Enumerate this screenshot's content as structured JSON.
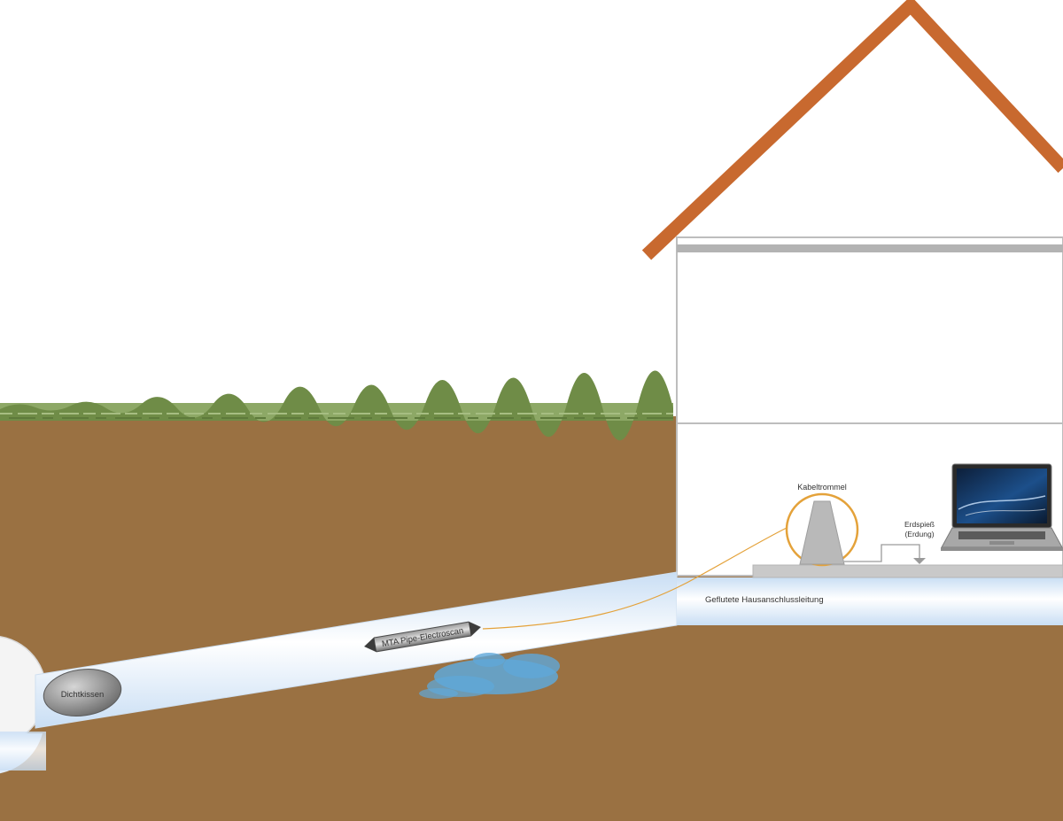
{
  "labels": {
    "cushion": "Dichtkissen",
    "probe": "MTA Pipe-Electroscan",
    "cable_drum": "Kabeltrommel",
    "ground_spike_line1": "Erdspieß",
    "ground_spike_line2": "(Erdung)",
    "house_pipe": "Geflutete Hausanschlussleitung"
  },
  "colors": {
    "sky": "#ffffff",
    "soil": "#9a7142",
    "grass": "#7f9a57",
    "roof": "#c8692f",
    "wall_line": "#b8b8b8",
    "pipe_water": "#dcecfb",
    "leak_water": "#5fa8d8",
    "cable": "#e4a23a",
    "drum_stand": "#b9b9b9",
    "cushion": "#8f8f8f"
  }
}
